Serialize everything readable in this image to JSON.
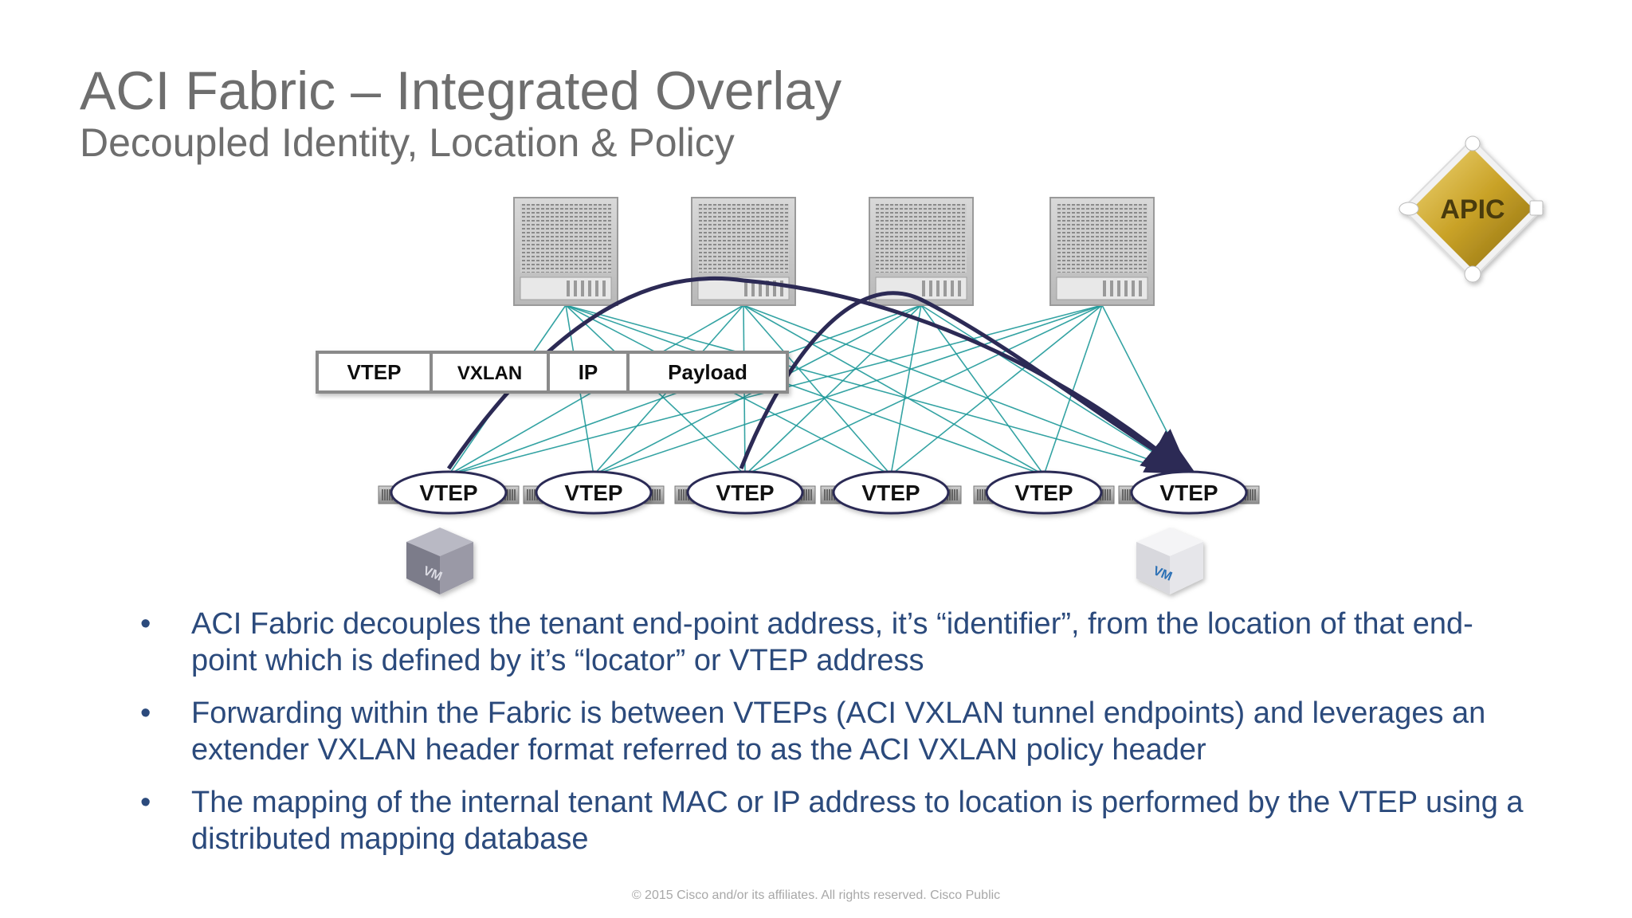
{
  "slide": {
    "title": "ACI Fabric – Integrated Overlay",
    "subtitle": "Decoupled Identity, Location & Policy"
  },
  "apic_badge": {
    "label": "APIC",
    "color": "#c9a227"
  },
  "header_format": {
    "fields": [
      "VTEP",
      "VXLAN",
      "IP",
      "Payload"
    ]
  },
  "spines": {
    "count": 4
  },
  "leaves": {
    "labels": [
      "VTEP",
      "VTEP",
      "VTEP",
      "VTEP",
      "VTEP",
      "VTEP"
    ]
  },
  "vms": [
    {
      "label": "VM",
      "style": "dark"
    },
    {
      "label": "VM",
      "style": "light"
    }
  ],
  "colors": {
    "link": "#1f9a9a",
    "arrow": "#2c2a55",
    "bullet_text": "#2b4a7c",
    "title": "#6e6e6e"
  },
  "bullets": [
    "ACI Fabric decouples the tenant end-point address, it’s “identifier”, from the location of that end-point which is defined by it’s “locator” or VTEP address",
    "Forwarding within the Fabric is between VTEPs (ACI VXLAN tunnel endpoints) and leverages an extender VXLAN header format referred to as the ACI VXLAN policy header",
    "The mapping of the internal tenant MAC or IP address to location is performed by the VTEP using a distributed mapping database"
  ],
  "bullet_marker": "•",
  "footer": "© 2015  Cisco and/or its affiliates. All rights reserved.    Cisco Public"
}
